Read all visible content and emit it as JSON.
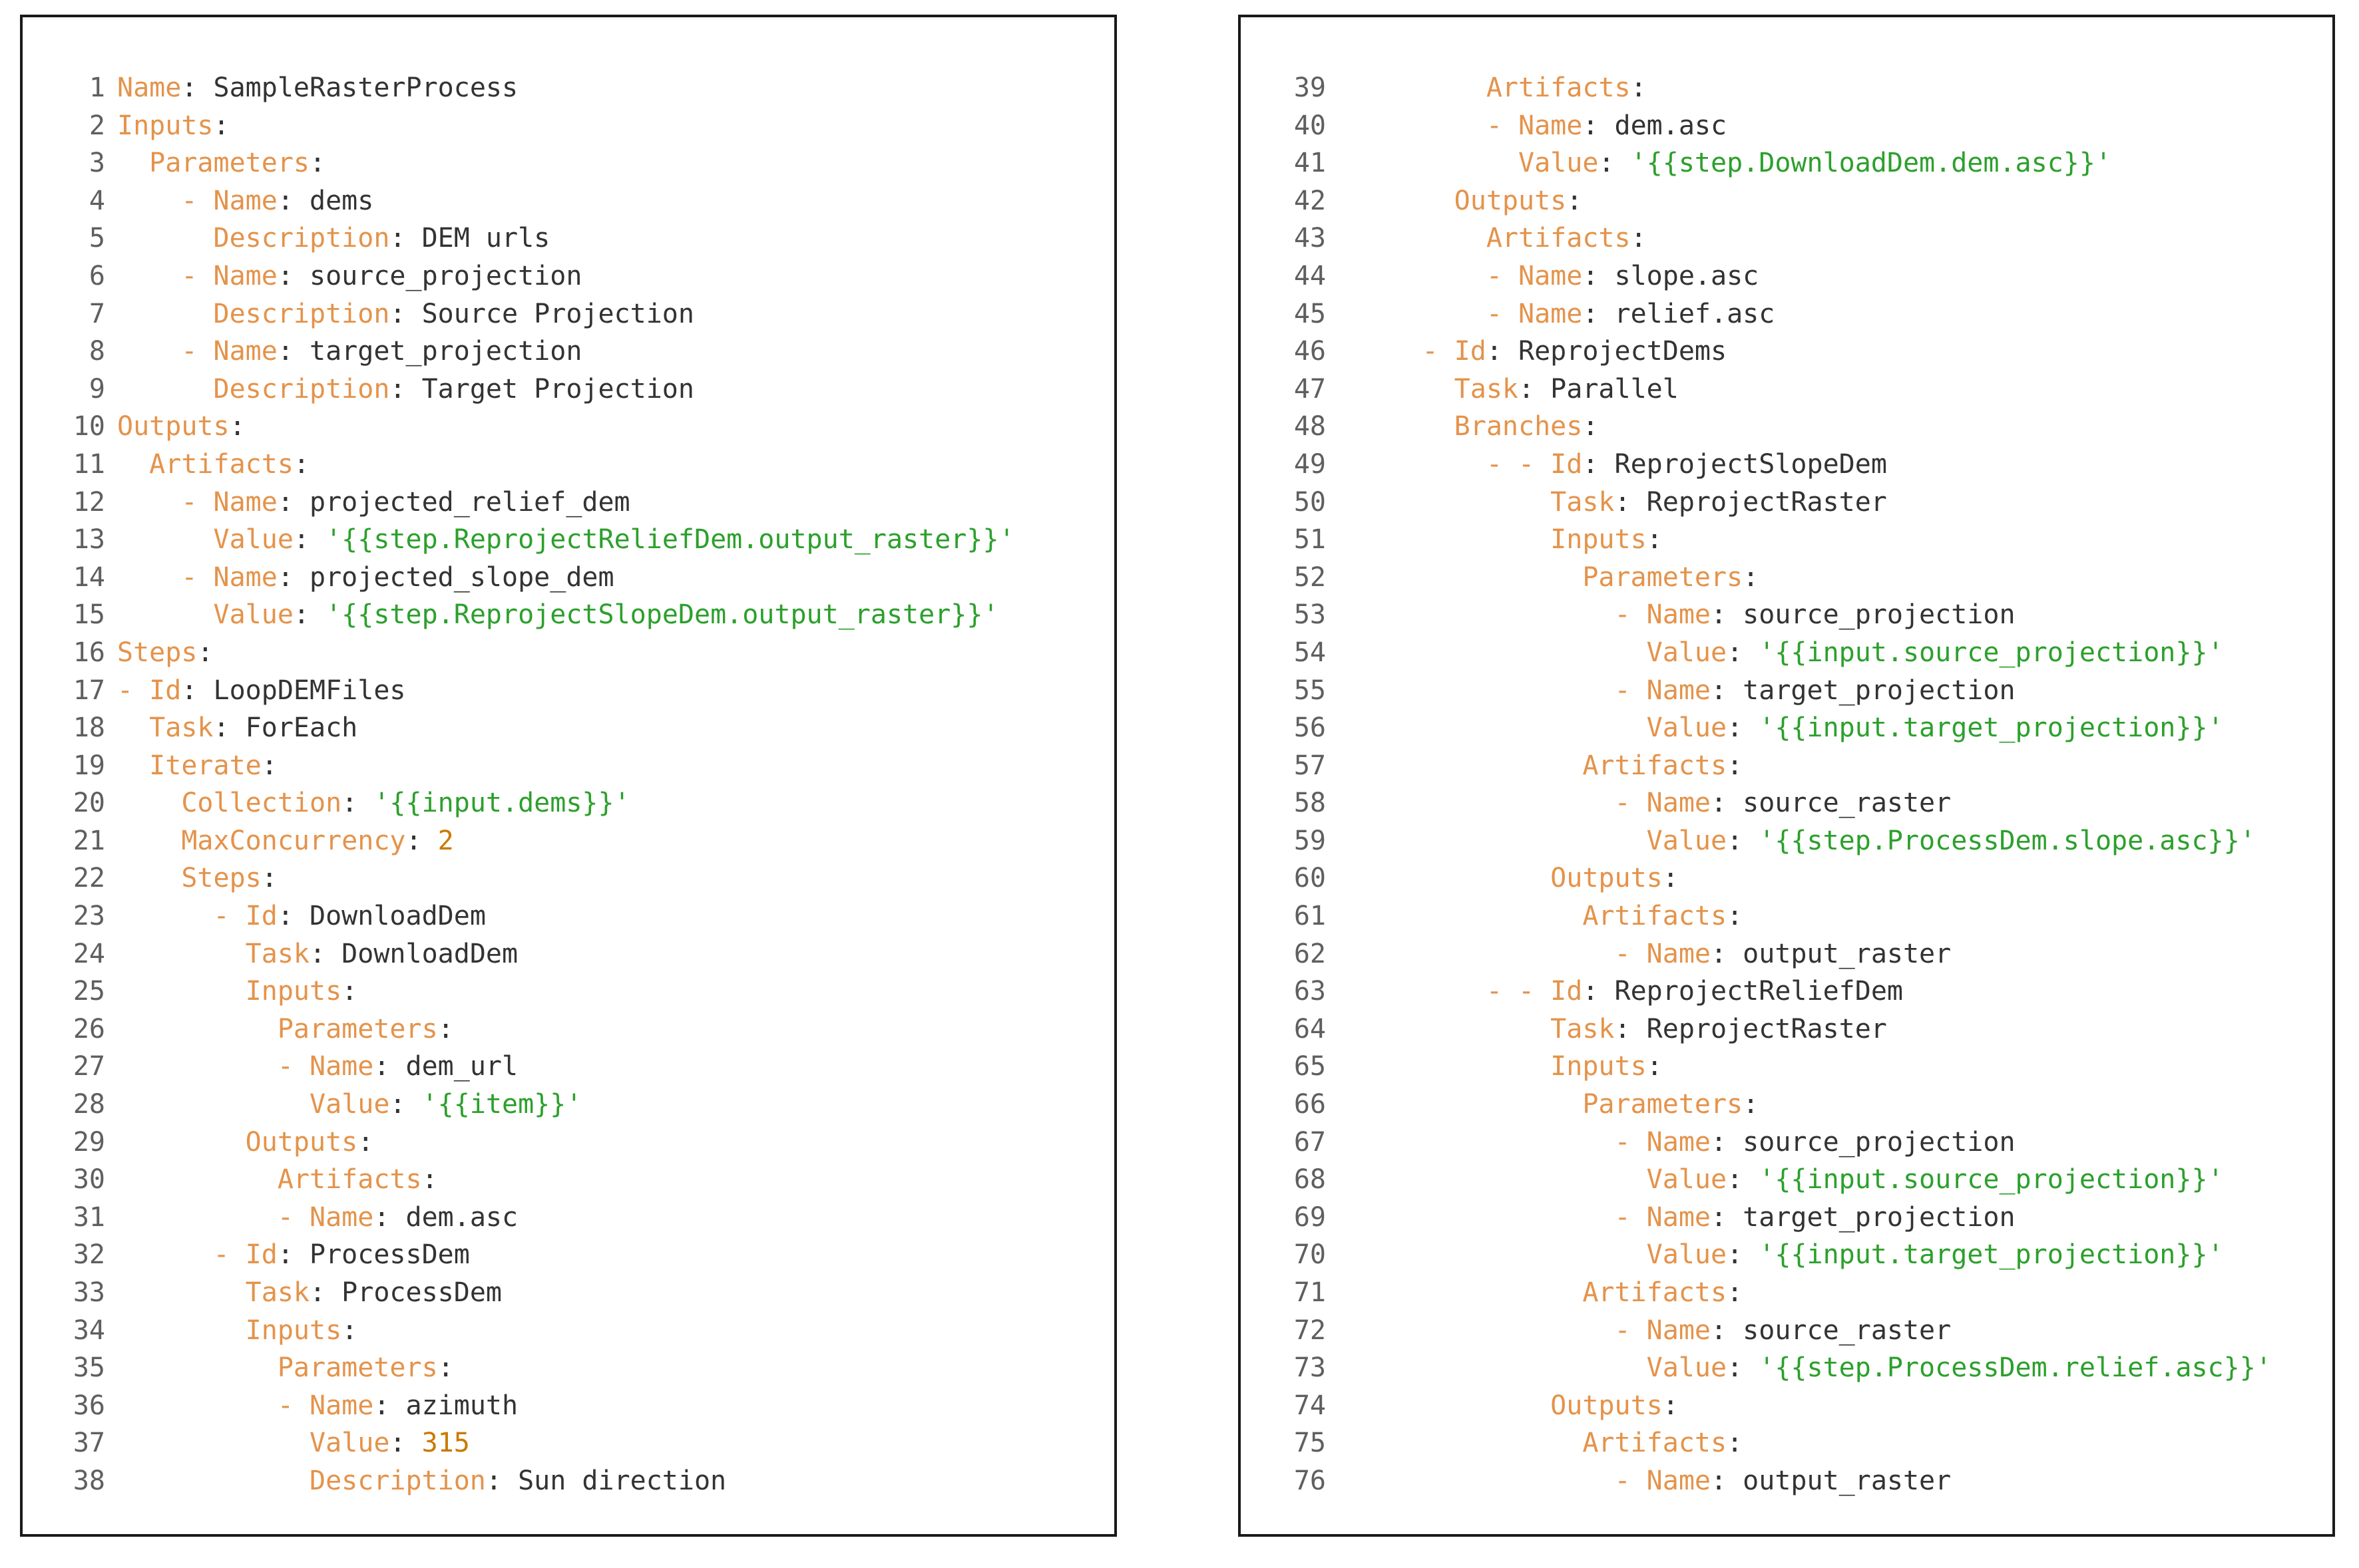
{
  "colors": {
    "key": "#e4934b",
    "string": "#2ca02c",
    "number": "#c97a00",
    "text": "#333333",
    "line_number": "#5f5f5f"
  },
  "panels": [
    {
      "lines": [
        {
          "num": "1",
          "indent": 0,
          "key": "Name",
          "value": "SampleRasterProcess",
          "kind": "plain"
        },
        {
          "num": "2",
          "indent": 0,
          "key": "Inputs",
          "value": "",
          "kind": "plain"
        },
        {
          "num": "3",
          "indent": 2,
          "key": "Parameters",
          "value": "",
          "kind": "plain"
        },
        {
          "num": "4",
          "indent": 4,
          "dash": "- ",
          "key": "Name",
          "value": "dems",
          "kind": "plain"
        },
        {
          "num": "5",
          "indent": 6,
          "key": "Description",
          "value": "DEM urls",
          "kind": "plain"
        },
        {
          "num": "6",
          "indent": 4,
          "dash": "- ",
          "key": "Name",
          "value": "source_projection",
          "kind": "plain"
        },
        {
          "num": "7",
          "indent": 6,
          "key": "Description",
          "value": "Source Projection",
          "kind": "plain"
        },
        {
          "num": "8",
          "indent": 4,
          "dash": "- ",
          "key": "Name",
          "value": "target_projection",
          "kind": "plain"
        },
        {
          "num": "9",
          "indent": 6,
          "key": "Description",
          "value": "Target Projection",
          "kind": "plain"
        },
        {
          "num": "10",
          "indent": 0,
          "key": "Outputs",
          "value": "",
          "kind": "plain"
        },
        {
          "num": "11",
          "indent": 2,
          "key": "Artifacts",
          "value": "",
          "kind": "plain"
        },
        {
          "num": "12",
          "indent": 4,
          "dash": "- ",
          "key": "Name",
          "value": "projected_relief_dem",
          "kind": "plain"
        },
        {
          "num": "13",
          "indent": 6,
          "key": "Value",
          "value": "'{{step.ReprojectReliefDem.output_raster}}'",
          "kind": "string"
        },
        {
          "num": "14",
          "indent": 4,
          "dash": "- ",
          "key": "Name",
          "value": "projected_slope_dem",
          "kind": "plain"
        },
        {
          "num": "15",
          "indent": 6,
          "key": "Value",
          "value": "'{{step.ReprojectSlopeDem.output_raster}}'",
          "kind": "string"
        },
        {
          "num": "16",
          "indent": 0,
          "key": "Steps",
          "value": "",
          "kind": "plain"
        },
        {
          "num": "17",
          "indent": 0,
          "dash": "- ",
          "key": "Id",
          "value": "LoopDEMFiles",
          "kind": "plain"
        },
        {
          "num": "18",
          "indent": 2,
          "key": "Task",
          "value": "ForEach",
          "kind": "plain"
        },
        {
          "num": "19",
          "indent": 2,
          "key": "Iterate",
          "value": "",
          "kind": "plain"
        },
        {
          "num": "20",
          "indent": 4,
          "key": "Collection",
          "value": "'{{input.dems}}'",
          "kind": "string"
        },
        {
          "num": "21",
          "indent": 4,
          "key": "MaxConcurrency",
          "value": "2",
          "kind": "number"
        },
        {
          "num": "22",
          "indent": 4,
          "key": "Steps",
          "value": "",
          "kind": "plain"
        },
        {
          "num": "23",
          "indent": 6,
          "dash": "- ",
          "key": "Id",
          "value": "DownloadDem",
          "kind": "plain"
        },
        {
          "num": "24",
          "indent": 8,
          "key": "Task",
          "value": "DownloadDem",
          "kind": "plain"
        },
        {
          "num": "25",
          "indent": 8,
          "key": "Inputs",
          "value": "",
          "kind": "plain"
        },
        {
          "num": "26",
          "indent": 10,
          "key": "Parameters",
          "value": "",
          "kind": "plain"
        },
        {
          "num": "27",
          "indent": 10,
          "dash": "- ",
          "key": "Name",
          "value": "dem_url",
          "kind": "plain"
        },
        {
          "num": "28",
          "indent": 12,
          "key": "Value",
          "value": "'{{item}}'",
          "kind": "string"
        },
        {
          "num": "29",
          "indent": 8,
          "key": "Outputs",
          "value": "",
          "kind": "plain"
        },
        {
          "num": "30",
          "indent": 10,
          "key": "Artifacts",
          "value": "",
          "kind": "plain"
        },
        {
          "num": "31",
          "indent": 10,
          "dash": "- ",
          "key": "Name",
          "value": "dem.asc",
          "kind": "plain"
        },
        {
          "num": "32",
          "indent": 6,
          "dash": "- ",
          "key": "Id",
          "value": "ProcessDem",
          "kind": "plain"
        },
        {
          "num": "33",
          "indent": 8,
          "key": "Task",
          "value": "ProcessDem",
          "kind": "plain"
        },
        {
          "num": "34",
          "indent": 8,
          "key": "Inputs",
          "value": "",
          "kind": "plain"
        },
        {
          "num": "35",
          "indent": 10,
          "key": "Parameters",
          "value": "",
          "kind": "plain"
        },
        {
          "num": "36",
          "indent": 10,
          "dash": "- ",
          "key": "Name",
          "value": "azimuth",
          "kind": "plain"
        },
        {
          "num": "37",
          "indent": 12,
          "key": "Value",
          "value": "315",
          "kind": "number"
        },
        {
          "num": "38",
          "indent": 12,
          "key": "Description",
          "value": "Sun direction",
          "kind": "plain"
        }
      ]
    },
    {
      "lines": [
        {
          "num": "39",
          "indent": 10,
          "key": "Artifacts",
          "value": "",
          "kind": "plain"
        },
        {
          "num": "40",
          "indent": 10,
          "dash": "- ",
          "key": "Name",
          "value": "dem.asc",
          "kind": "plain"
        },
        {
          "num": "41",
          "indent": 12,
          "key": "Value",
          "value": "'{{step.DownloadDem.dem.asc}}'",
          "kind": "string"
        },
        {
          "num": "42",
          "indent": 8,
          "key": "Outputs",
          "value": "",
          "kind": "plain"
        },
        {
          "num": "43",
          "indent": 10,
          "key": "Artifacts",
          "value": "",
          "kind": "plain"
        },
        {
          "num": "44",
          "indent": 10,
          "dash": "- ",
          "key": "Name",
          "value": "slope.asc",
          "kind": "plain"
        },
        {
          "num": "45",
          "indent": 10,
          "dash": "- ",
          "key": "Name",
          "value": "relief.asc",
          "kind": "plain"
        },
        {
          "num": "46",
          "indent": 6,
          "dash": "- ",
          "key": "Id",
          "value": "ReprojectDems",
          "kind": "plain"
        },
        {
          "num": "47",
          "indent": 8,
          "key": "Task",
          "value": "Parallel",
          "kind": "plain"
        },
        {
          "num": "48",
          "indent": 8,
          "key": "Branches",
          "value": "",
          "kind": "plain"
        },
        {
          "num": "49",
          "indent": 10,
          "dash": "- - ",
          "key": "Id",
          "value": "ReprojectSlopeDem",
          "kind": "plain"
        },
        {
          "num": "50",
          "indent": 14,
          "key": "Task",
          "value": "ReprojectRaster",
          "kind": "plain"
        },
        {
          "num": "51",
          "indent": 14,
          "key": "Inputs",
          "value": "",
          "kind": "plain"
        },
        {
          "num": "52",
          "indent": 16,
          "key": "Parameters",
          "value": "",
          "kind": "plain"
        },
        {
          "num": "53",
          "indent": 18,
          "dash": "- ",
          "key": "Name",
          "value": "source_projection",
          "kind": "plain"
        },
        {
          "num": "54",
          "indent": 20,
          "key": "Value",
          "value": "'{{input.source_projection}}'",
          "kind": "string"
        },
        {
          "num": "55",
          "indent": 18,
          "dash": "- ",
          "key": "Name",
          "value": "target_projection",
          "kind": "plain"
        },
        {
          "num": "56",
          "indent": 20,
          "key": "Value",
          "value": "'{{input.target_projection}}'",
          "kind": "string"
        },
        {
          "num": "57",
          "indent": 16,
          "key": "Artifacts",
          "value": "",
          "kind": "plain"
        },
        {
          "num": "58",
          "indent": 18,
          "dash": "- ",
          "key": "Name",
          "value": "source_raster",
          "kind": "plain"
        },
        {
          "num": "59",
          "indent": 20,
          "key": "Value",
          "value": "'{{step.ProcessDem.slope.asc}}'",
          "kind": "string"
        },
        {
          "num": "60",
          "indent": 14,
          "key": "Outputs",
          "value": "",
          "kind": "plain"
        },
        {
          "num": "61",
          "indent": 16,
          "key": "Artifacts",
          "value": "",
          "kind": "plain"
        },
        {
          "num": "62",
          "indent": 18,
          "dash": "- ",
          "key": "Name",
          "value": "output_raster",
          "kind": "plain"
        },
        {
          "num": "63",
          "indent": 10,
          "dash": "- - ",
          "key": "Id",
          "value": "ReprojectReliefDem",
          "kind": "plain"
        },
        {
          "num": "64",
          "indent": 14,
          "key": "Task",
          "value": "ReprojectRaster",
          "kind": "plain"
        },
        {
          "num": "65",
          "indent": 14,
          "key": "Inputs",
          "value": "",
          "kind": "plain"
        },
        {
          "num": "66",
          "indent": 16,
          "key": "Parameters",
          "value": "",
          "kind": "plain"
        },
        {
          "num": "67",
          "indent": 18,
          "dash": "- ",
          "key": "Name",
          "value": "source_projection",
          "kind": "plain"
        },
        {
          "num": "68",
          "indent": 20,
          "key": "Value",
          "value": "'{{input.source_projection}}'",
          "kind": "string"
        },
        {
          "num": "69",
          "indent": 18,
          "dash": "- ",
          "key": "Name",
          "value": "target_projection",
          "kind": "plain"
        },
        {
          "num": "70",
          "indent": 20,
          "key": "Value",
          "value": "'{{input.target_projection}}'",
          "kind": "string"
        },
        {
          "num": "71",
          "indent": 16,
          "key": "Artifacts",
          "value": "",
          "kind": "plain"
        },
        {
          "num": "72",
          "indent": 18,
          "dash": "- ",
          "key": "Name",
          "value": "source_raster",
          "kind": "plain"
        },
        {
          "num": "73",
          "indent": 20,
          "key": "Value",
          "value": "'{{step.ProcessDem.relief.asc}}'",
          "kind": "string"
        },
        {
          "num": "74",
          "indent": 14,
          "key": "Outputs",
          "value": "",
          "kind": "plain"
        },
        {
          "num": "75",
          "indent": 16,
          "key": "Artifacts",
          "value": "",
          "kind": "plain"
        },
        {
          "num": "76",
          "indent": 18,
          "dash": "- ",
          "key": "Name",
          "value": "output_raster",
          "kind": "plain"
        }
      ]
    }
  ]
}
